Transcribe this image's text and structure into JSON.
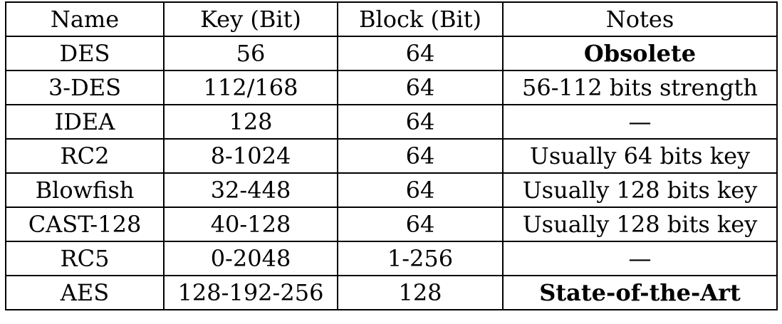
{
  "table": {
    "headers": [
      "Name",
      "Key (Bit)",
      "Block (Bit)",
      "Notes"
    ],
    "rows": [
      {
        "name": "DES",
        "key": "56",
        "block": "64",
        "notes": "Obsolete",
        "notes_bold": true
      },
      {
        "name": "3-DES",
        "key": "112/168",
        "block": "64",
        "notes": "56-112 bits strength",
        "notes_bold": false
      },
      {
        "name": "IDEA",
        "key": "128",
        "block": "64",
        "notes": "—",
        "notes_bold": false
      },
      {
        "name": "RC2",
        "key": "8-1024",
        "block": "64",
        "notes": "Usually 64 bits key",
        "notes_bold": false
      },
      {
        "name": "Blowfish",
        "key": "32-448",
        "block": "64",
        "notes": "Usually 128 bits key",
        "notes_bold": false
      },
      {
        "name": "CAST-128",
        "key": "40-128",
        "block": "64",
        "notes": "Usually 128 bits key",
        "notes_bold": false
      },
      {
        "name": "RC5",
        "key": "0-2048",
        "block": "1-256",
        "notes": "—",
        "notes_bold": false
      },
      {
        "name": "AES",
        "key": "128-192-256",
        "block": "128",
        "notes": "State-of-the-Art",
        "notes_bold": true
      }
    ]
  }
}
